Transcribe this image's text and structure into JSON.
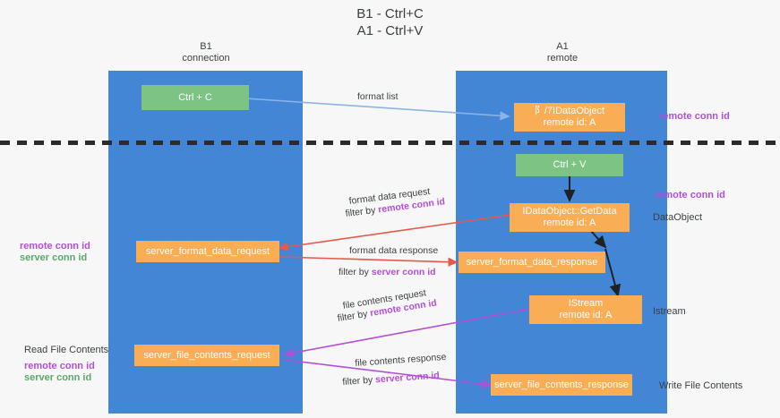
{
  "title": {
    "line1": "B1 - Ctrl+C",
    "line2": "A1 - Ctrl+V"
  },
  "columns": [
    {
      "name": "B1",
      "role": "connection"
    },
    {
      "name": "A1",
      "role": "remote"
    }
  ],
  "colors": {
    "lane": "#4486d6",
    "node_green": "#7dc484",
    "node_orange": "#f9ad55",
    "accent_purple": "#b14fd8",
    "accent_green": "#5aa86a",
    "arrow_blue": "#8ab4e8",
    "arrow_red": "#e8574a",
    "arrow_magenta": "#b14fd8",
    "arrow_dark": "#202124",
    "background": "#f7f7f7",
    "divider": "#2b2b2b"
  },
  "nodes": {
    "ctrl_c": "Ctrl + C",
    "idataobject": "阝/7IDataObject\nremote id: A",
    "ctrl_v": "Ctrl + V",
    "getdata": "IDataObject::GetData\nremote id: A",
    "server_format_data_request": "server_format_data_request",
    "server_format_data_response": "server_format_data_response",
    "istream": "IStream\nremote id: A",
    "server_file_contents_request": "server_file_contents_request",
    "server_file_contents_response": "server_file_contents_response"
  },
  "edge_labels": {
    "format_list": "format list",
    "format_data_request": "format data request",
    "format_data_request_filter_prefix": "filter by ",
    "format_data_request_filter_key": "remote conn id",
    "format_data_response": "format data response",
    "format_data_response_filter_prefix": "filter by ",
    "format_data_response_filter_key": "server conn id",
    "file_contents_request": "file contents request",
    "file_contents_request_filter_prefix": "filter by ",
    "file_contents_request_filter_key": "remote conn id",
    "file_contents_response": "file contents response",
    "file_contents_response_filter_prefix": "filter by ",
    "file_contents_response_filter_key": "server conn id"
  },
  "annotations": {
    "right_remote_conn_id_top": "remote conn id",
    "right_remote_conn_id_mid": "remote conn id",
    "right_dataobject": "DataObject",
    "right_istream": "Istream",
    "right_write_file_contents": "Write File Contents",
    "left_remote_conn_id_mid": "remote conn id",
    "left_server_conn_id_mid": "server conn id",
    "left_read_file_contents": "Read File Contents",
    "left_remote_conn_id_bottom": "remote conn id",
    "left_server_conn_id_bottom": "server conn id"
  }
}
